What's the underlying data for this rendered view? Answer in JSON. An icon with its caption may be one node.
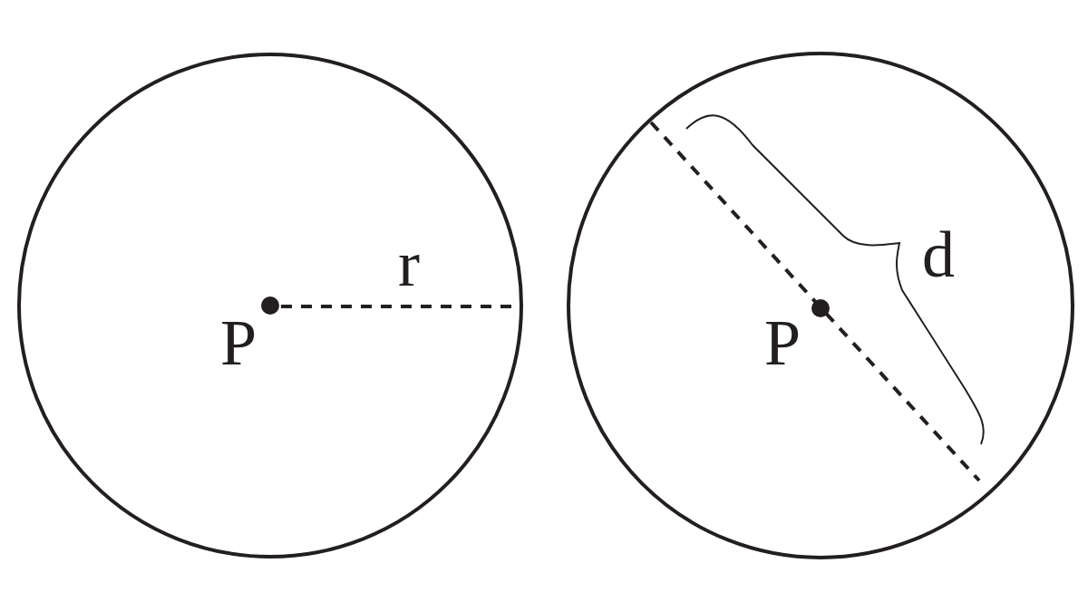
{
  "diagram": {
    "nodes": [
      {
        "text": [
          "r",
          "P"
        ]
      },
      {
        "text": [
          "d",
          "P"
        ]
      }
    ]
  }
}
